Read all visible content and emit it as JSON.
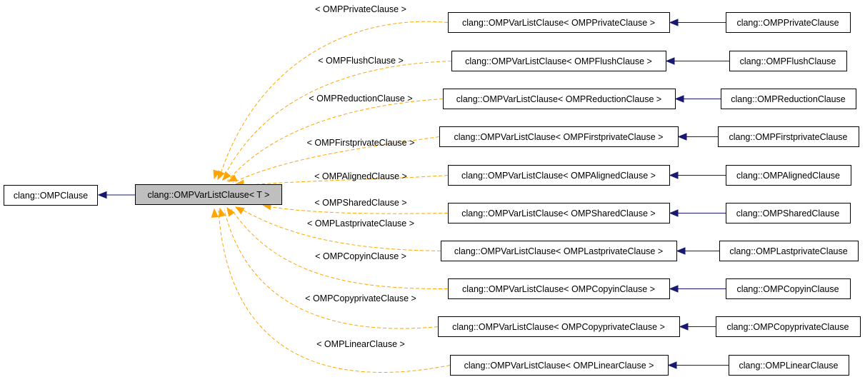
{
  "base_class": "clang::OMPClause",
  "template_class": "clang::OMPVarListClause< T >",
  "instantiations": [
    {
      "arg_label": "< OMPPrivateClause >",
      "specialization": "clang::OMPVarListClause< OMPPrivateClause >",
      "derived": "clang::OMPPrivateClause"
    },
    {
      "arg_label": "< OMPFlushClause >",
      "specialization": "clang::OMPVarListClause< OMPFlushClause >",
      "derived": "clang::OMPFlushClause"
    },
    {
      "arg_label": "< OMPReductionClause >",
      "specialization": "clang::OMPVarListClause< OMPReductionClause >",
      "derived": "clang::OMPReductionClause"
    },
    {
      "arg_label": "< OMPFirstprivateClause >",
      "specialization": "clang::OMPVarListClause< OMPFirstprivateClause >",
      "derived": "clang::OMPFirstprivateClause"
    },
    {
      "arg_label": "< OMPAlignedClause >",
      "specialization": "clang::OMPVarListClause< OMPAlignedClause >",
      "derived": "clang::OMPAlignedClause"
    },
    {
      "arg_label": "< OMPSharedClause >",
      "specialization": "clang::OMPVarListClause< OMPSharedClause >",
      "derived": "clang::OMPSharedClause"
    },
    {
      "arg_label": "< OMPLastprivateClause >",
      "specialization": "clang::OMPVarListClause< OMPLastprivateClause >",
      "derived": "clang::OMPLastprivateClause"
    },
    {
      "arg_label": "< OMPCopyinClause >",
      "specialization": "clang::OMPVarListClause< OMPCopyinClause >",
      "derived": "clang::OMPCopyinClause"
    },
    {
      "arg_label": "< OMPCopyprivateClause >",
      "specialization": "clang::OMPVarListClause< OMPCopyprivateClause >",
      "derived": "clang::OMPCopyprivateClause"
    },
    {
      "arg_label": "< OMPLinearClause >",
      "specialization": "clang::OMPVarListClause< OMPLinearClause >",
      "derived": "clang::OMPLinearClause"
    }
  ],
  "colors": {
    "inheritance_edge": "#191970",
    "template_edge": "#ffa500",
    "focus_fill": "#bfbfbf"
  }
}
